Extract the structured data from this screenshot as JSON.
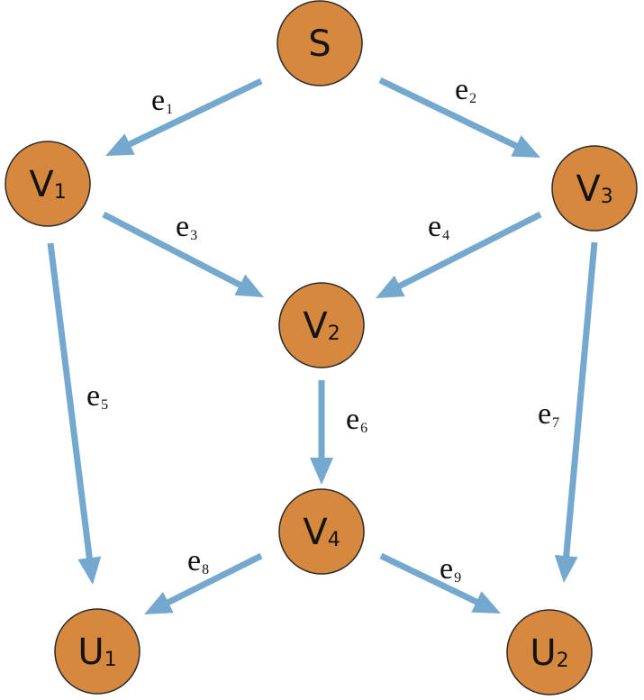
{
  "colors": {
    "node_fill": "#D6883F",
    "node_stroke": "#2a2a2a",
    "edge": "#75A8CF",
    "background": "#ffffff"
  },
  "nodes": {
    "S": {
      "main": "S",
      "sub": ""
    },
    "V1": {
      "main": "V",
      "sub": "1"
    },
    "V3": {
      "main": "V",
      "sub": "3"
    },
    "V2": {
      "main": "V",
      "sub": "2"
    },
    "V4": {
      "main": "V",
      "sub": "4"
    },
    "U1": {
      "main": "U",
      "sub": "1"
    },
    "U2": {
      "main": "U",
      "sub": "2"
    }
  },
  "edges": [
    {
      "id": "e1",
      "main": "e",
      "sub": "1",
      "from": "S",
      "to": "V1"
    },
    {
      "id": "e2",
      "main": "e",
      "sub": "2",
      "from": "S",
      "to": "V3"
    },
    {
      "id": "e3",
      "main": "e",
      "sub": "3",
      "from": "V1",
      "to": "V2"
    },
    {
      "id": "e4",
      "main": "e",
      "sub": "4",
      "from": "V3",
      "to": "V2"
    },
    {
      "id": "e5",
      "main": "e",
      "sub": "5",
      "from": "V1",
      "to": "U1"
    },
    {
      "id": "e6",
      "main": "e",
      "sub": "6",
      "from": "V2",
      "to": "V4"
    },
    {
      "id": "e7",
      "main": "e",
      "sub": "7",
      "from": "V3",
      "to": "U2"
    },
    {
      "id": "e8",
      "main": "e",
      "sub": "8",
      "from": "V4",
      "to": "U1"
    },
    {
      "id": "e9",
      "main": "e",
      "sub": "9",
      "from": "V4",
      "to": "U2"
    }
  ]
}
